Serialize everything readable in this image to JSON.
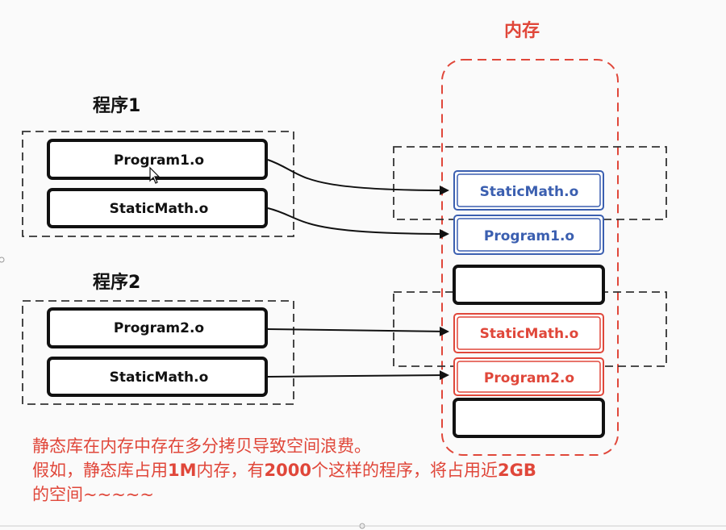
{
  "memory": {
    "title": "内存"
  },
  "program1": {
    "title": "程序1",
    "modules": [
      "Program1.o",
      "StaticMath.o"
    ]
  },
  "program2": {
    "title": "程序2",
    "modules": [
      "Program2.o",
      "StaticMath.o"
    ]
  },
  "memory_blocks": [
    {
      "label": "StaticMath.o",
      "color": "#3b5fb0"
    },
    {
      "label": "Program1.o",
      "color": "#3b5fb0"
    },
    {
      "label": "",
      "color": "#111111"
    },
    {
      "label": "StaticMath.o",
      "color": "#e0473a"
    },
    {
      "label": "Program2.o",
      "color": "#e0473a"
    },
    {
      "label": "",
      "color": "#111111"
    }
  ],
  "caption": {
    "line1": "静态库在内存中存在多分拷贝导致空间浪费。",
    "line2_a": "假如，静态库占用",
    "line2_b": "1M",
    "line2_c": "内存，有",
    "line2_d": "2000",
    "line2_e": "个这样的程序，将占用近",
    "line2_f": "2GB",
    "line3": "的空间~~~~~"
  },
  "colors": {
    "blue": "#3b5fb0",
    "red": "#e0473a",
    "black": "#111111",
    "dash": "#555555"
  }
}
